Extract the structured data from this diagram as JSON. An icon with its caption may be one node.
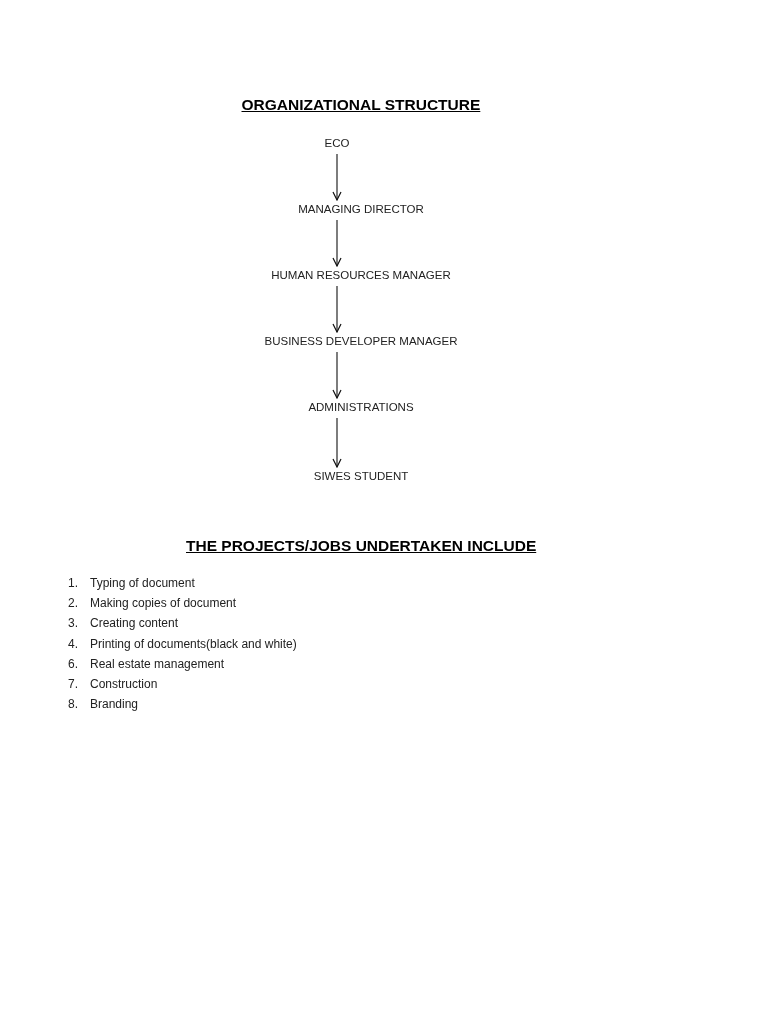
{
  "diagram": {
    "title": "ORGANIZATIONAL STRUCTURE",
    "nodes": [
      {
        "text": [
          "ECO"
        ]
      },
      {
        "text": [
          "MANAGING DIRECTOR"
        ]
      },
      {
        "text": [
          "HUMAN RESOURCES MANAGER"
        ]
      },
      {
        "text": [
          "BUSINESS DEVELOPER MANAGER"
        ]
      },
      {
        "text": [
          "ADMINISTRATIONS"
        ]
      },
      {
        "text": [
          "SIWES STUDENT"
        ]
      }
    ],
    "edges": [
      {
        "from": 0,
        "to": 1,
        "arrow": "to"
      },
      {
        "from": 1,
        "to": 2,
        "arrow": "to"
      },
      {
        "from": 2,
        "to": 3,
        "arrow": "to"
      },
      {
        "from": 3,
        "to": 4,
        "arrow": "to"
      },
      {
        "from": 4,
        "to": 5,
        "arrow": "to"
      }
    ],
    "labels": [
      "THE PROJECTS/JOBS UNDERTAKEN INCLUDE",
      "1.",
      "Typing of document",
      "2.",
      "Making copies of document",
      "3.",
      "Creating content",
      "4.",
      "Printing of documents(black and white)",
      "6.",
      "Real estate management",
      "7.",
      "Construction",
      "8.",
      "Branding"
    ]
  }
}
